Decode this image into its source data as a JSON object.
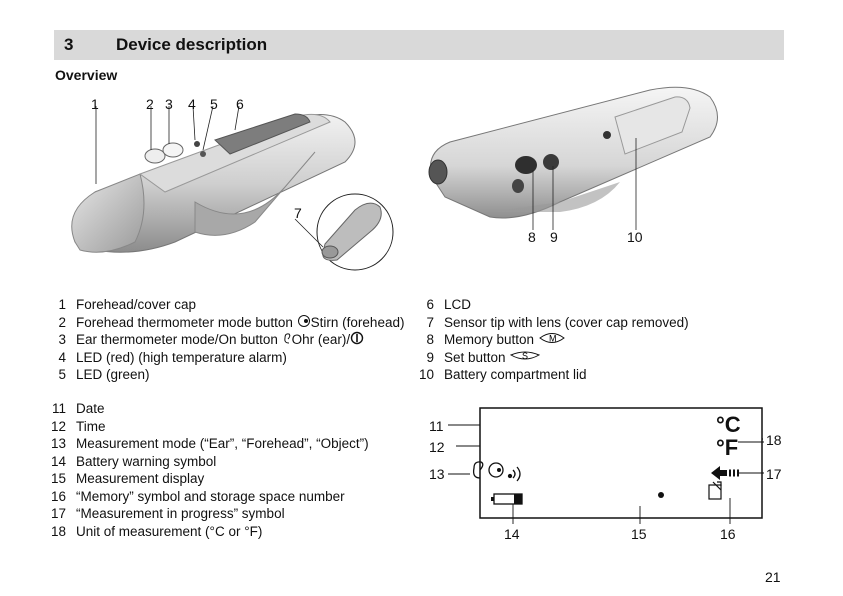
{
  "header": {
    "section_number": "3",
    "section_title": "Device description"
  },
  "overview_heading": "Overview",
  "photo_left_callouts": [
    "1",
    "2",
    "3",
    "4",
    "5",
    "6",
    "7"
  ],
  "photo_right_callouts": [
    "8",
    "9",
    "10"
  ],
  "list_a": [
    {
      "num": "1",
      "text": "Forehead/cover cap"
    },
    {
      "num": "2",
      "text": "Forehead thermometer mode button",
      "after": "(forehead)",
      "icon": "forehead-stirn-icon",
      "icon_label": "Stirn"
    },
    {
      "num": "3",
      "text": "Ear thermometer mode/On button",
      "after": "(ear)/",
      "icon": "ear-ohr-icon",
      "icon_label": "Ohr"
    },
    {
      "num": "4",
      "text": "LED (red) (high temperature alarm)"
    },
    {
      "num": "5",
      "text": "LED (green)"
    }
  ],
  "list_b": [
    {
      "num": "6",
      "text": "LCD"
    },
    {
      "num": "7",
      "text": "Sensor tip with lens (cover cap removed)"
    },
    {
      "num": "8",
      "text": "Memory button",
      "icon": "memory-m-icon",
      "icon_label": "M"
    },
    {
      "num": "9",
      "text": "Set button",
      "icon": "set-s-icon",
      "icon_label": "S"
    },
    {
      "num": "10",
      "text": "Battery compartment lid"
    }
  ],
  "list_c": [
    {
      "num": "11",
      "text": "Date"
    },
    {
      "num": "12",
      "text": "Time"
    },
    {
      "num": "13",
      "text": "Measurement mode (“Ear”, “Forehead”, “Object”)"
    },
    {
      "num": "14",
      "text": "Battery warning symbol"
    },
    {
      "num": "15",
      "text": "Measurement display"
    },
    {
      "num": "16",
      "text": "“Memory” symbol and storage space number"
    },
    {
      "num": "17",
      "text": "“Measurement in progress” symbol"
    },
    {
      "num": "18",
      "text": "Unit of measurement (°C or °F)"
    }
  ],
  "lcd": {
    "unit_c": "°C",
    "unit_f": "°F",
    "callouts": {
      "c11": "11",
      "c12": "12",
      "c13": "13",
      "c14": "14",
      "c15": "15",
      "c16": "16",
      "c17": "17",
      "c18": "18"
    }
  },
  "page_number": "21"
}
